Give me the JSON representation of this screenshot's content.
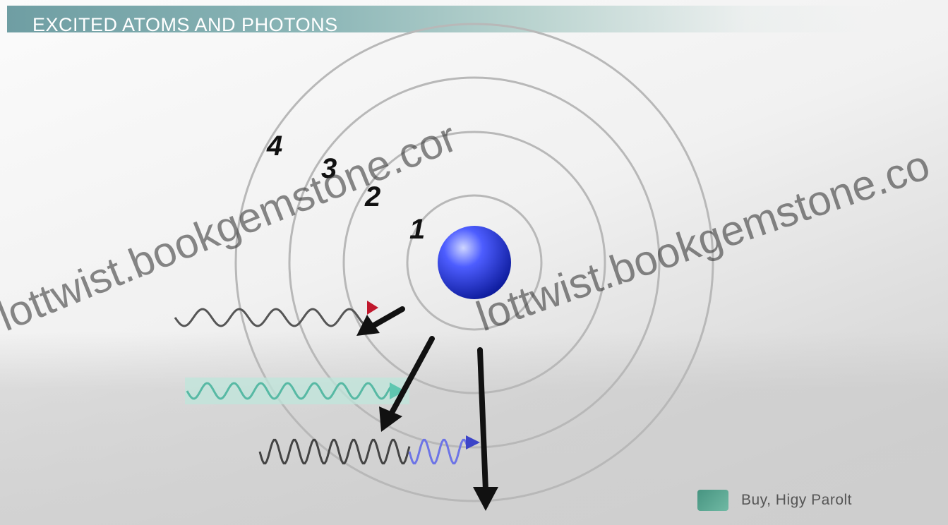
{
  "title": "EXCITED ATOMS AND PHOTONS",
  "shells": [
    {
      "label": "1"
    },
    {
      "label": "2"
    },
    {
      "label": "3"
    },
    {
      "label": "4"
    }
  ],
  "watermarks": [
    "lottwist.bookgemstone.cor",
    "lottwist.bookgemstone.co"
  ],
  "logo": {
    "text": "Buy, Higy Parolt"
  },
  "colors": {
    "title_bar": "#7fa9ab",
    "electron": "#2a3fe0",
    "photon_red": "#c0182d",
    "photon_green": "#5fc7b0",
    "photon_blue": "#3c44c8",
    "orbit": "#b8b8b8"
  },
  "icons": [
    "electron-ball",
    "photon-red",
    "photon-green",
    "photon-blue",
    "transition-arrow"
  ]
}
